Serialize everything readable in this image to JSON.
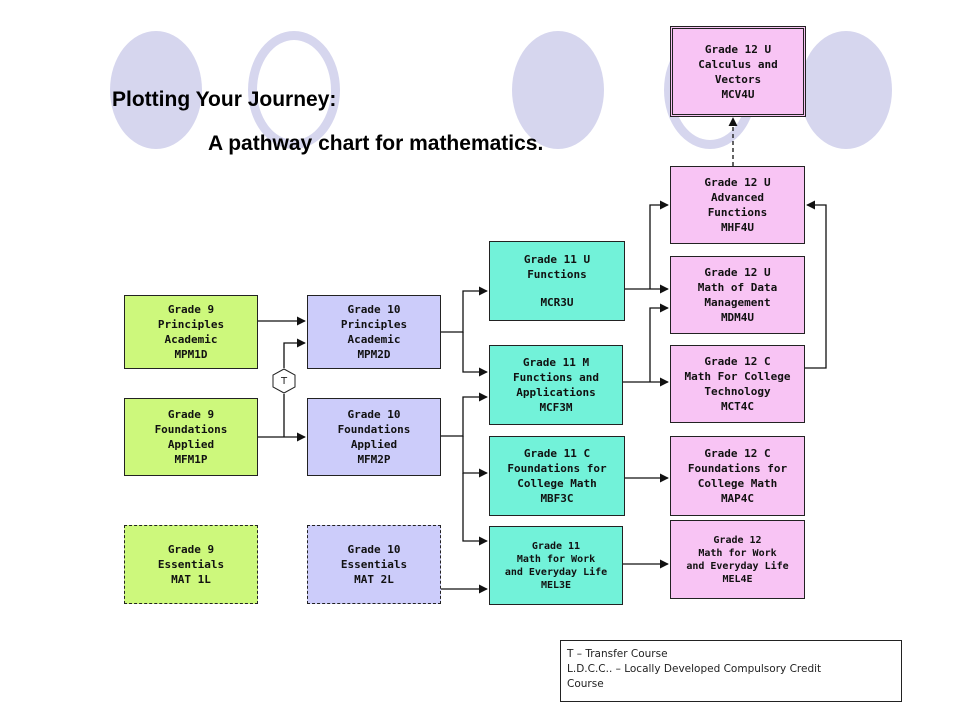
{
  "title": {
    "line1": "Plotting Your Journey:",
    "line2": "A pathway chart for mathematics."
  },
  "courses": {
    "g9_academic": [
      "Grade 9",
      "Principles",
      "Academic",
      "MPM1D"
    ],
    "g9_applied": [
      "Grade 9",
      "Foundations",
      "Applied",
      "MFM1P"
    ],
    "g9_essentials": [
      "Grade 9",
      "Essentials",
      "MAT 1L"
    ],
    "g10_academic": [
      "Grade 10",
      "Principles",
      "Academic",
      "MPM2D"
    ],
    "g10_applied": [
      "Grade 10",
      "Foundations",
      "Applied",
      "MFM2P"
    ],
    "g10_essentials": [
      "Grade 10",
      "Essentials",
      "MAT 2L"
    ],
    "g11_u": [
      "Grade 11 U",
      "Functions",
      "",
      "MCR3U"
    ],
    "g11_m": [
      "Grade 11 M",
      "Functions and",
      "Applications",
      "MCF3M"
    ],
    "g11_c": [
      "Grade 11 C",
      "Foundations for",
      "College Math",
      "MBF3C"
    ],
    "g11_e": [
      "Grade 11",
      "Math for Work",
      "and Everyday Life",
      "MEL3E"
    ],
    "g12_calc": [
      "Grade 12 U",
      "Calculus and",
      "Vectors",
      "MCV4U"
    ],
    "g12_adv": [
      "Grade 12 U",
      "Advanced",
      "Functions",
      "MHF4U"
    ],
    "g12_data": [
      "Grade 12 U",
      "Math of Data",
      "Management",
      "MDM4U"
    ],
    "g12_tech": [
      "Grade 12 C",
      "Math For College",
      "Technology",
      "MCT4C"
    ],
    "g12_found": [
      "Grade 12 C",
      "Foundations for",
      "College Math",
      "MAP4C"
    ],
    "g12_work": [
      "Grade 12",
      "Math for Work",
      "and Everyday Life",
      "MEL4E"
    ]
  },
  "transfer_marker": "T",
  "legend": {
    "line1": "T – Transfer Course",
    "line2": "L.D.C.C.. – Locally Developed Compulsory Credit",
    "line3": "Course"
  },
  "colors": {
    "grade9": "#cdf87c",
    "grade10": "#ccccfa",
    "grade11": "#72f2d9",
    "grade12": "#f8c4f4",
    "decoration": "#d6d6ee"
  }
}
